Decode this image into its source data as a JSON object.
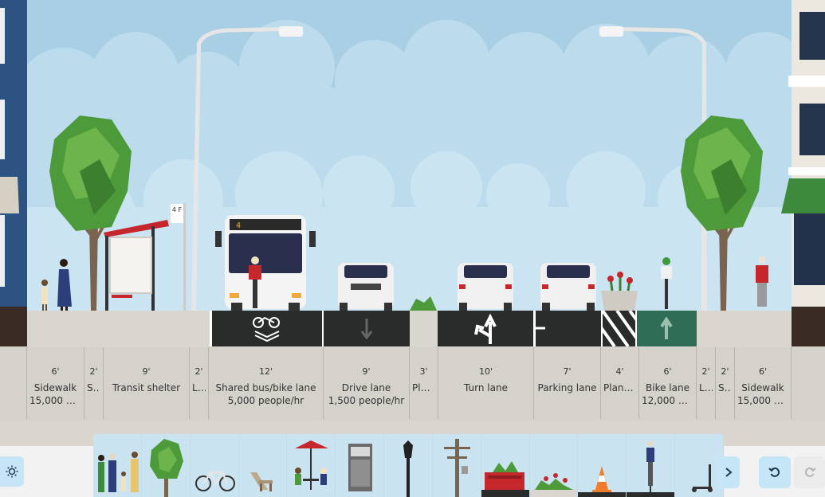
{
  "segments": [
    {
      "id": "sidewalk-left",
      "width_label": "6'",
      "name": "Sidewalk",
      "capacity": "15,000 pe..."
    },
    {
      "id": "sidewalk-tree-left",
      "width_label": "2'",
      "name": "Si...",
      "capacity": ""
    },
    {
      "id": "transit-shelter",
      "width_label": "9'",
      "name": "Transit shelter",
      "capacity": ""
    },
    {
      "id": "lamp-left",
      "width_label": "2'",
      "name": "L...",
      "capacity": ""
    },
    {
      "id": "shared-bus-bike",
      "width_label": "12'",
      "name": "Shared bus/bike lane",
      "capacity": "5,000 people/hr"
    },
    {
      "id": "drive-lane",
      "width_label": "9'",
      "name": "Drive lane",
      "capacity": "1,500 people/hr"
    },
    {
      "id": "planting-strip",
      "width_label": "3'",
      "name": "Pla...",
      "capacity": ""
    },
    {
      "id": "turn-lane",
      "width_label": "10'",
      "name": "Turn lane",
      "capacity": ""
    },
    {
      "id": "parking-lane",
      "width_label": "7'",
      "name": "Parking lane",
      "capacity": ""
    },
    {
      "id": "planter",
      "width_label": "4'",
      "name": "Plante...",
      "capacity": ""
    },
    {
      "id": "bike-lane",
      "width_label": "6'",
      "name": "Bike lane",
      "capacity": "12,000 pe..."
    },
    {
      "id": "lamp-right",
      "width_label": "2'",
      "name": "L...",
      "capacity": ""
    },
    {
      "id": "sidewalk-tree-right",
      "width_label": "2'",
      "name": "Si...",
      "capacity": ""
    },
    {
      "id": "sidewalk-right",
      "width_label": "6'",
      "name": "Sidewalk",
      "capacity": "15,000 pe..."
    }
  ],
  "scene": {
    "bus_route_sign": "4",
    "shelter_sign": "4 F"
  },
  "palette": [
    {
      "id": "people",
      "icon": "pedestrians-icon"
    },
    {
      "id": "tree",
      "icon": "tree-icon"
    },
    {
      "id": "bike-rack",
      "icon": "bicycle-icon"
    },
    {
      "id": "bench",
      "icon": "bench-icon"
    },
    {
      "id": "cafe",
      "icon": "cafe-table-icon"
    },
    {
      "id": "wayfinding",
      "icon": "wayfinding-sign-icon"
    },
    {
      "id": "street-lamp",
      "icon": "street-lamp-icon"
    },
    {
      "id": "utility-pole",
      "icon": "utility-pole-icon"
    },
    {
      "id": "parklet",
      "icon": "parklet-icon"
    },
    {
      "id": "planting",
      "icon": "planting-icon"
    },
    {
      "id": "traffic-cone",
      "icon": "traffic-cone-icon"
    },
    {
      "id": "bikeshare",
      "icon": "scooter-rider-icon"
    },
    {
      "id": "scooter",
      "icon": "scooter-icon"
    }
  ],
  "colors": {
    "sky": "#a9cfe4",
    "lane_asphalt": "#2a2b2b",
    "bike_lane_green": "#2f6d57",
    "sidewalk": "#d9d5cf",
    "button_blue": "#c6e5f7"
  }
}
